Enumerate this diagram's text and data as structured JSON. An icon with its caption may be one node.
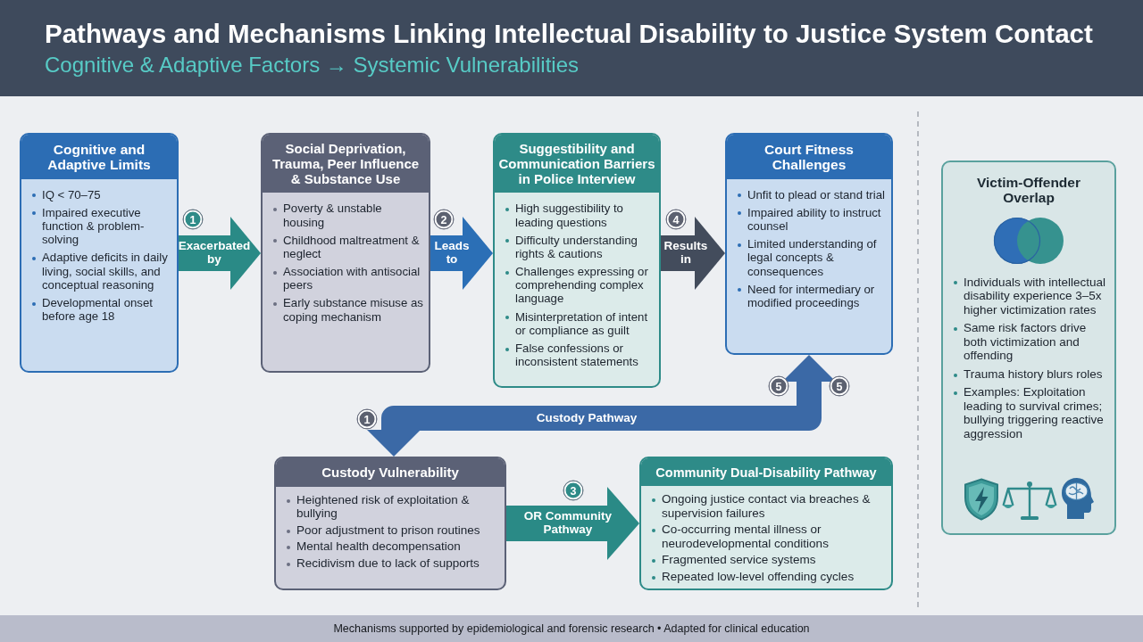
{
  "diagram": {
    "title": "Pathways and Mechanisms Linking Intellectual Disability to Justice System Contact",
    "caption": "Mechanisms supported by epidemiological and forensic research • Adapted for clinical education",
    "nodes": [
      {
        "text": [
          "Cognitive and Adaptive Limits",
          "IQ < 70–75",
          "Impaired executive function & problem-solving",
          "Adaptive deficits in daily living, social skills, and conceptual reasoning",
          "Developmental onset before age 18"
        ]
      },
      {
        "text": [
          "Social Deprivation, Trauma, Peer Influence & Substance Use",
          "Poverty & unstable housing",
          "Childhood maltreatment & neglect",
          "Association with antisocial peers",
          "Early substance misuse as coping mechanism"
        ]
      },
      {
        "text": [
          "Suggestibility and Communication Barriers in Police Interview",
          "High suggestibility to leading questions",
          "Difficulty understanding rights & cautions",
          "Challenges expressing or comprehending complex language",
          "Misinterpretation of intent or compliance as guilt",
          "False confessions or inconsistent statements"
        ]
      },
      {
        "text": [
          "Court Fitness Challenges",
          "Unfit to plead or stand trial",
          "Impaired ability to instruct counsel",
          "Limited understanding of legal concepts & consequences",
          "Need for intermediary or modified proceedings"
        ]
      },
      {
        "text": [
          "Victim-Offender Overlap",
          "Individuals with intellectual disability experience 3–5x higher victimization rates",
          "Same risk factors drive both victimization and offending",
          "Trauma history blurs roles",
          "Examples: Exploitation leading to survival crimes; bullying triggering reactive aggression"
        ]
      },
      {
        "text": [
          "Custody Vulnerability",
          "Heightened risk of exploitation & bullying",
          "Poor adjustment to prison routines",
          "Mental health decompensation",
          "Recidivism due to lack of supports"
        ]
      },
      {
        "text": [
          "Community Dual-Disability Pathway",
          "Ongoing justice contact via breaches & supervision failures",
          "Co-occurring mental illness or neurodevelopmental conditions",
          "Fragmented service systems",
          "Repeated low-level offending cycles"
        ]
      }
    ],
    "edges": [
      {
        "from": 0,
        "to": 1,
        "arrow": "to",
        "label": "Exacerbated by",
        "color": "#2a8a86"
      },
      {
        "from": 1,
        "to": 2,
        "arrow": "to",
        "label": "Leads to",
        "color": "#2b6fb6"
      },
      {
        "from": 2,
        "to": 3,
        "arrow": "to",
        "label": "Results in",
        "color": "#434c5c"
      },
      {
        "from": 3,
        "to": 5,
        "arrow": "both",
        "label": "Custody Pathway",
        "color": "#3b69a6"
      },
      {
        "from": 5,
        "to": 6,
        "arrow": "to",
        "label": "OR Community Pathway",
        "color": "#2a8a86"
      }
    ],
    "labels": [
      "Cognitive & Adaptive Factors → Systemic Vulnerabilities",
      "1",
      "2",
      "4",
      "5",
      "5",
      "1",
      "3"
    ]
  }
}
